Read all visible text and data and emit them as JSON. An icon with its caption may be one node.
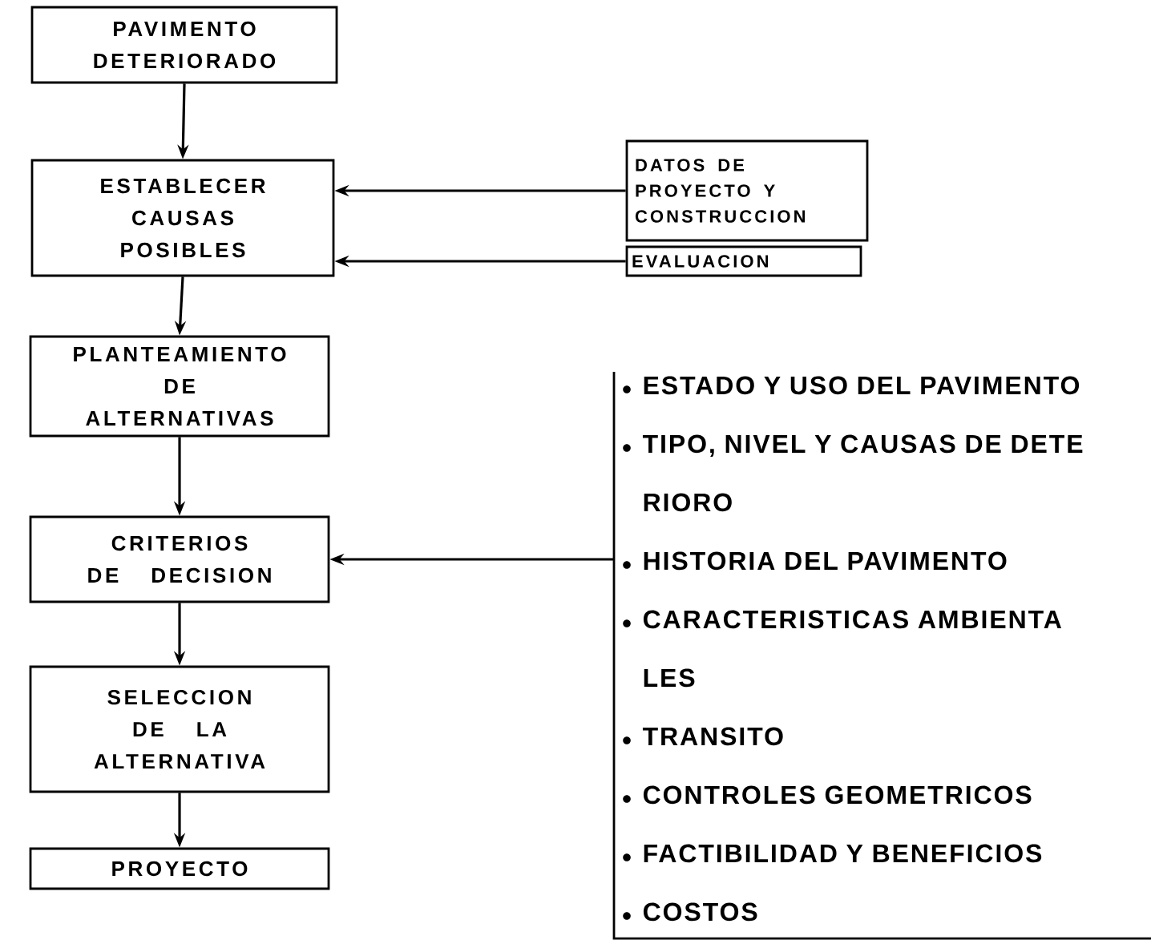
{
  "diagram": {
    "nodes": [
      {
        "text": [
          "PAVIMENTO DETERIORADO"
        ]
      },
      {
        "text": [
          "ESTABLECER CAUSAS POSIBLES"
        ]
      },
      {
        "text": [
          "DATOS DE PROYECTO Y CONSTRUCCION"
        ]
      },
      {
        "text": [
          "EVALUACION"
        ]
      },
      {
        "text": [
          "PLANTEAMIENTO DE ALTERNATIVAS"
        ]
      },
      {
        "text": [
          "ESTADO Y USO DEL PAVIMENTO",
          "TIPO, NIVEL Y CAUSAS DE DETE RIORO",
          "HISTORIA DEL PAVIMENTO",
          "CARACTERISTICAS AMBIENTA LES",
          "TRANSITO",
          "CONTROLES GEOMETRICOS",
          "FACTIBILIDAD Y BENEFICIOS",
          "COSTOS"
        ]
      },
      {
        "text": [
          "CRITERIOS DE DECISION"
        ]
      },
      {
        "text": [
          "SELECCION DE LA ALTERNATIVA"
        ]
      },
      {
        "text": [
          "PROYECTO"
        ]
      }
    ],
    "edges": [
      {
        "from": 0,
        "to": 1,
        "arrow": "to"
      },
      {
        "from": 2,
        "to": 1,
        "arrow": "to"
      },
      {
        "from": 3,
        "to": 1,
        "arrow": "to"
      },
      {
        "from": 1,
        "to": 4,
        "arrow": "to"
      },
      {
        "from": 4,
        "to": 6,
        "arrow": "to"
      },
      {
        "from": 5,
        "to": 6,
        "arrow": "to"
      },
      {
        "from": 6,
        "to": 7,
        "arrow": "to"
      },
      {
        "from": 7,
        "to": 8,
        "arrow": "to"
      }
    ]
  }
}
